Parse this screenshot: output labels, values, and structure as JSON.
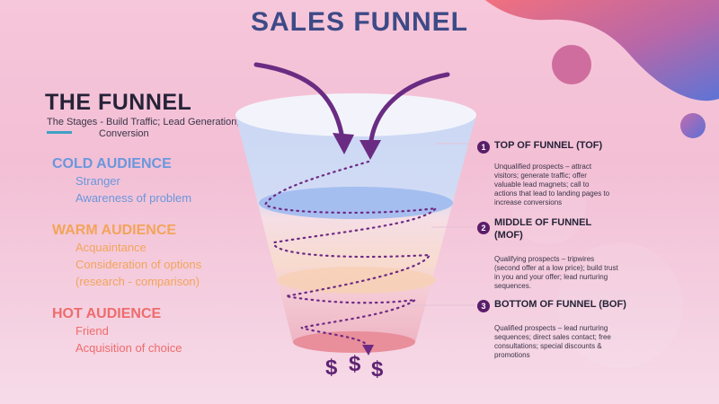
{
  "title": "SALES FUNNEL",
  "funnel": {
    "heading": "THE FUNNEL",
    "subtitle_line1": "The Stages - Build Traffic; Lead Generation;",
    "subtitle_line2": "Conversion"
  },
  "audiences": [
    {
      "name": "COLD AUDIENCE",
      "items": [
        "Stranger",
        "Awareness of problem"
      ],
      "color": "#6a97dc"
    },
    {
      "name": "WARM AUDIENCE",
      "items": [
        "Acquaintance",
        "Consideration of options",
        "(research - comparison)"
      ],
      "color": "#f2a45a"
    },
    {
      "name": "HOT AUDIENCE",
      "items": [
        "Friend",
        "Acquisition of choice"
      ],
      "color": "#ee6c6c"
    }
  ],
  "stages": [
    {
      "num": "1",
      "title_line1": "TOP OF FUNNEL (TOF)",
      "title_line2": "",
      "desc": [
        "Unqualified prospects – attract",
        "visitors; generate traffic; offer",
        "valuable lead magnets; call to",
        "actions that lead to landing pages to",
        "increase conversions"
      ]
    },
    {
      "num": "2",
      "title_line1": "MIDDLE OF FUNNEL",
      "title_line2": "(MOF)",
      "desc": [
        "Qualifying prospects –  tripwires",
        "(second offer at a low price); build trust",
        "in you and your offer; lead nurturing",
        "sequences."
      ]
    },
    {
      "num": "3",
      "title_line1": "BOTTOM OF FUNNEL (BOF)",
      "title_line2": "",
      "desc": [
        "Qualified prospects – lead nurturing",
        "sequences; direct sales contact; free",
        "consultations; special discounts &",
        "promotions"
      ]
    }
  ],
  "dollars": [
    "$",
    "$",
    "$"
  ],
  "colors": {
    "title": "#3d4a86",
    "accent_purple": "#6a2c82",
    "cold": "#6a97dc",
    "warm": "#f2a45a",
    "hot": "#ee6c6c",
    "step_badge": "#5a1e69"
  }
}
